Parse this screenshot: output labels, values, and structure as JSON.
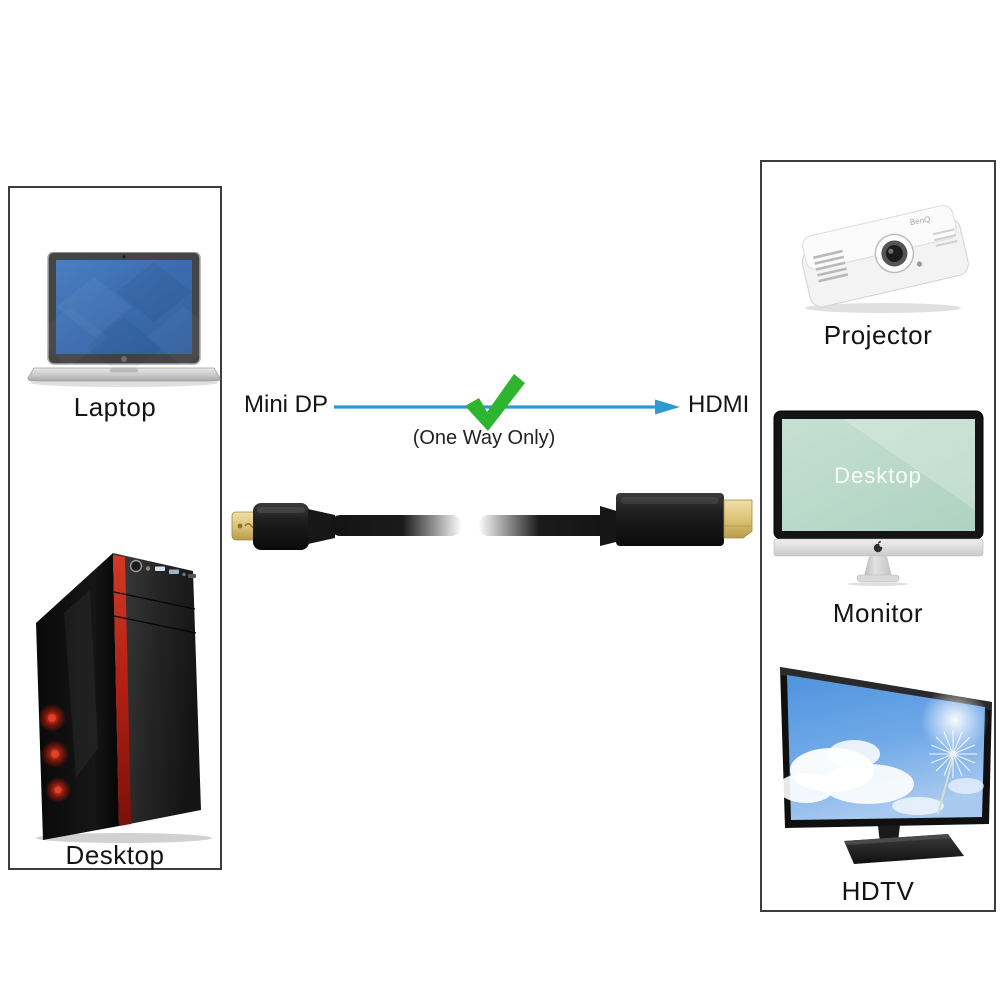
{
  "flow": {
    "source_label": "Mini DP",
    "target_label": "HDMI",
    "direction_note": "(One Way Only)",
    "arrow_color": "#2f97d4",
    "check_color": "#2db52d"
  },
  "source_panel": {
    "devices": [
      {
        "label": "Laptop",
        "image": "laptop-illustration"
      },
      {
        "label": "Desktop",
        "image": "desktop-tower-illustration"
      }
    ]
  },
  "target_panel": {
    "devices": [
      {
        "label": "Projector",
        "image": "projector-illustration"
      },
      {
        "label": "Monitor",
        "image": "monitor-illustration",
        "screen_text": "Desktop"
      },
      {
        "label": "HDTV",
        "image": "hdtv-illustration"
      }
    ]
  },
  "cable": {
    "left_connector": "mini-displayport-plug",
    "right_connector": "hdmi-plug",
    "gold_color": "#dfc77f",
    "body_color": "#1e1e1e"
  }
}
